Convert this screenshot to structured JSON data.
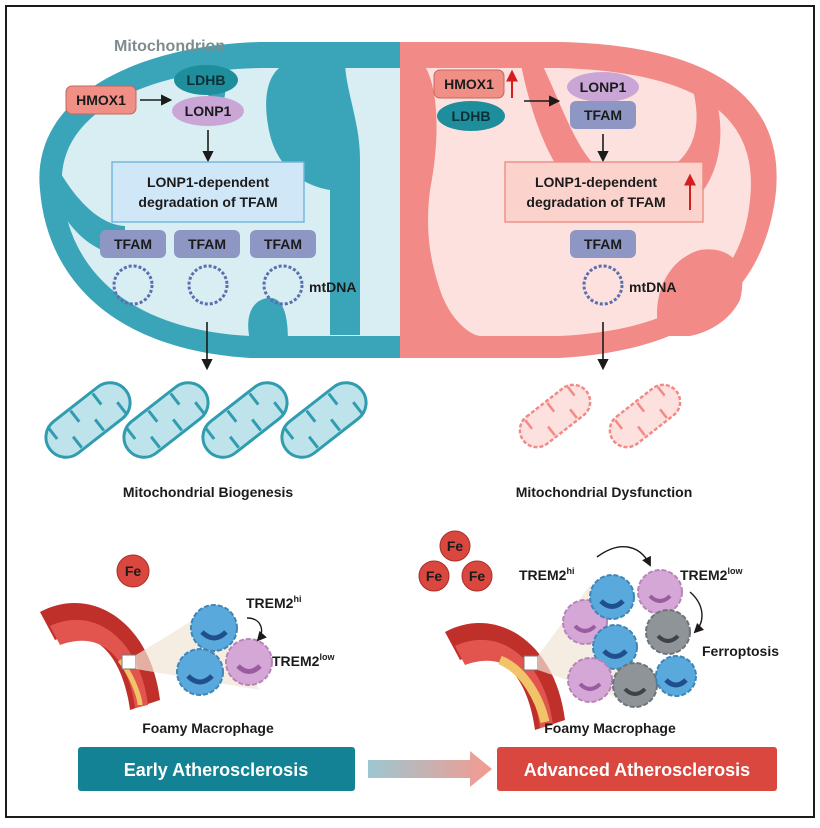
{
  "mitochondrion": {
    "title": "Mitochondrion",
    "left": {
      "hmox1": "HMOX1",
      "ldhb": "LDHB",
      "lonp1": "LONP1",
      "process_line1": "LONP1-dependent",
      "process_line2": "degradation of TFAM",
      "tfam": [
        "TFAM",
        "TFAM",
        "TFAM"
      ],
      "mtdna": "mtDNA"
    },
    "right": {
      "hmox1": "HMOX1",
      "ldhb": "LDHB",
      "lonp1": "LONP1",
      "tfam_top": "TFAM",
      "process_line1": "LONP1-dependent",
      "process_line2": "degradation of TFAM",
      "tfam": "TFAM",
      "mtdna": "mtDNA"
    }
  },
  "outcomes": {
    "left_label": "Mitochondrial Biogenesis",
    "right_label": "Mitochondrial Dysfunction"
  },
  "early": {
    "fe": "Fe",
    "trem2_hi_base": "TREM2",
    "trem2_hi_sup": "hi",
    "trem2_low_base": "TREM2",
    "trem2_low_sup": "low",
    "caption": "Foamy Macrophage",
    "stage_label": "Early Atherosclerosis"
  },
  "advanced": {
    "fe": [
      "Fe",
      "Fe",
      "Fe"
    ],
    "trem2_hi_base": "TREM2",
    "trem2_hi_sup": "hi",
    "trem2_low_base": "TREM2",
    "trem2_low_sup": "low",
    "ferroptosis": "Ferroptosis",
    "caption": "Foamy Macrophage",
    "stage_label": "Advanced Atherosclerosis"
  },
  "colors": {
    "teal": "#3aa5b8",
    "teal_light": "#d8eef3",
    "salmon": "#f28a87",
    "salmon_light": "#fde1de",
    "hmox1_fill": "#f08f86",
    "ldhb_fill": "#1f8e9c",
    "lonp1_fill": "#c9a6d6",
    "tfam_fill": "#8e97c4",
    "early_button": "#138294",
    "advanced_button": "#d9473f",
    "up_arrow": "#d61d1d"
  }
}
